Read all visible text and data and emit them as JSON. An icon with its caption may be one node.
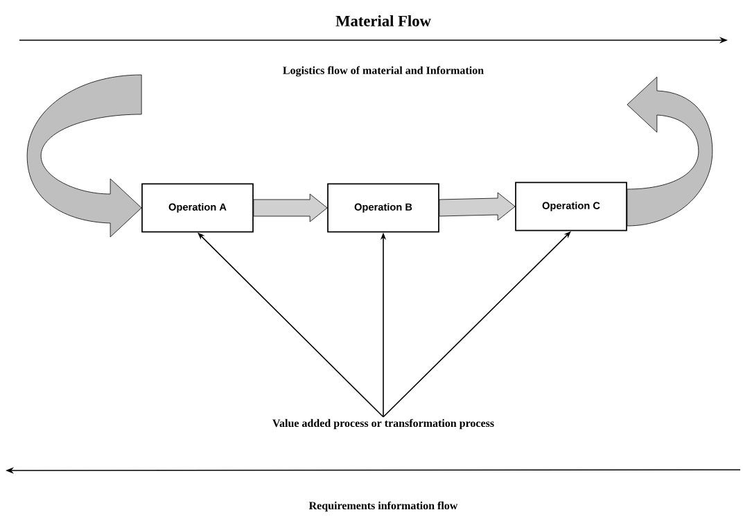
{
  "diagram": {
    "nodes": [
      {
        "text": [
          "Operation A"
        ]
      },
      {
        "text": [
          "Operation B"
        ]
      },
      {
        "text": [
          "Operation C"
        ]
      },
      {
        "text": [
          "Value added process or transformation process"
        ]
      }
    ],
    "edges": [
      {
        "from": null,
        "to": 0,
        "arrow": "to",
        "style": "thick",
        "color": "#bfbfbf"
      },
      {
        "from": 0,
        "to": 1,
        "arrow": "to",
        "style": "thick",
        "color": "#d0d0d0"
      },
      {
        "from": 1,
        "to": 2,
        "arrow": "to",
        "style": "thick",
        "color": "#d0d0d0"
      },
      {
        "from": 2,
        "to": null,
        "arrow": "to",
        "style": "thick",
        "color": "#bfbfbf"
      },
      {
        "from": 3,
        "to": 0,
        "arrow": "to"
      },
      {
        "from": 3,
        "to": 1,
        "arrow": "to"
      },
      {
        "from": 3,
        "to": 2,
        "arrow": "to"
      }
    ],
    "labels": [
      "Material Flow",
      "Logistics flow of material and Information",
      "Requirements information flow"
    ]
  }
}
